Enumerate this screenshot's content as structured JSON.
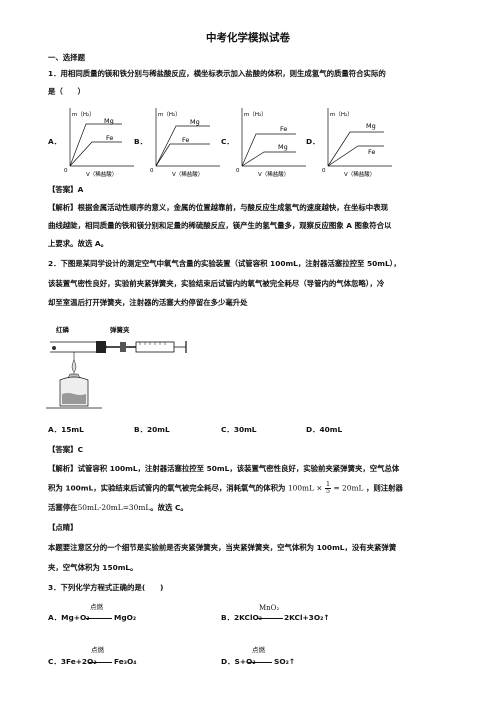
{
  "title": "中考化学模拟试卷",
  "section1": "一、选择题",
  "q1": {
    "line1": "1．用相同质量的镁和铁分别与稀盐酸反应，横坐标表示加入盐酸的体积，则生成氢气的质量符合实际的",
    "line2": "是（　　）",
    "options": [
      "A．",
      "B．",
      "C．",
      "D．"
    ],
    "graphs": [
      {
        "ylabel": "m（H₂）",
        "xlabel": "V（稀盐酸）",
        "top_line": "Mg",
        "bottom_line": "Fe",
        "origin": "0"
      },
      {
        "ylabel": "m（H₂）",
        "xlabel": "V（稀盐酸）",
        "top_line": "Mg",
        "bottom_line": "Fe",
        "origin": "0"
      },
      {
        "ylabel": "m（H₂）",
        "xlabel": "V（稀盐酸）",
        "top_line": "Fe",
        "bottom_line": "Mg",
        "origin": "0"
      },
      {
        "ylabel": "m（H₂）",
        "xlabel": "V（稀盐酸）",
        "top_line": "Mg",
        "bottom_line": "Fe",
        "origin": "0"
      }
    ],
    "answer": "【答案】A",
    "analysis1": "【解析】根据金属活动性顺序的意义，金属的位置越靠前，与酸反应生成氢气的速度越快，在坐标中表现",
    "analysis2": "曲线越陡，相同质量的铁和镁分别和足量的稀硫酸反应，镁产生的氢气量多，观察反应图象 A 图象符合以",
    "analysis3": "上要求。故选 A。"
  },
  "q2": {
    "line1": "2．下图是某同学设计的测定空气中氧气含量的实验装置（试管容积 100mL，注射器活塞拉控至 50mL），",
    "line2": "该装置气密性良好，实验前夹紧弹簧夹，实验结束后试管内的氧气被完全耗尽（导管内的气体忽略），冷",
    "line3": "却至室温后打开弹簧夹，注射器的活塞大约停留在多少毫升处",
    "label_red_phosphorus": "红磷",
    "label_spring_clip": "弹簧夹",
    "options": [
      "A．15mL",
      "B．20mL",
      "C．30mL",
      "D．40mL"
    ],
    "answer": "【答案】C",
    "analysis1": "【解析】试管容积 100mL，注射器活塞拉控至 50mL，该装置气密性良好，实验前夹紧弹簧夹，空气总体",
    "analysis2_pre": "积为 100mL，实验结束后试管内的氧气被完全耗尽，消耗氧气的体积为",
    "analysis2_formula_a": "100mL ×",
    "frac_num": "1",
    "frac_den": "5",
    "analysis2_formula_b": "= 20mL",
    "analysis2_post": "，则注射器",
    "analysis3_pre": "活塞停在",
    "analysis3_formula": "50mL-20mL=30mL",
    "analysis3_post": "。故选 C。",
    "note_label": "【点睛】",
    "note1": "本题要注意区分的一个细节是实验前是否夹紧弹簧夹，当夹紧弹簧夹，空气体积为 100mL，没有夹紧弹簧",
    "note2": "夹，空气体积为 150mL。"
  },
  "q3": {
    "line1": "3．下列化学方程式正确的是(　　)",
    "A": {
      "label": "A．Mg+O₂",
      "cond": "点燃",
      "right": "MgO₂"
    },
    "B": {
      "label": "B．2KClO₃",
      "cond": "MnO₂",
      "right": "2KCl+3O₂↑"
    },
    "C": {
      "label": "C．3Fe+2O₂",
      "cond": "点燃",
      "right": "Fe₃O₄"
    },
    "D": {
      "label": "D．S+O₂",
      "cond": "点燃",
      "right": "SO₂↑"
    }
  }
}
